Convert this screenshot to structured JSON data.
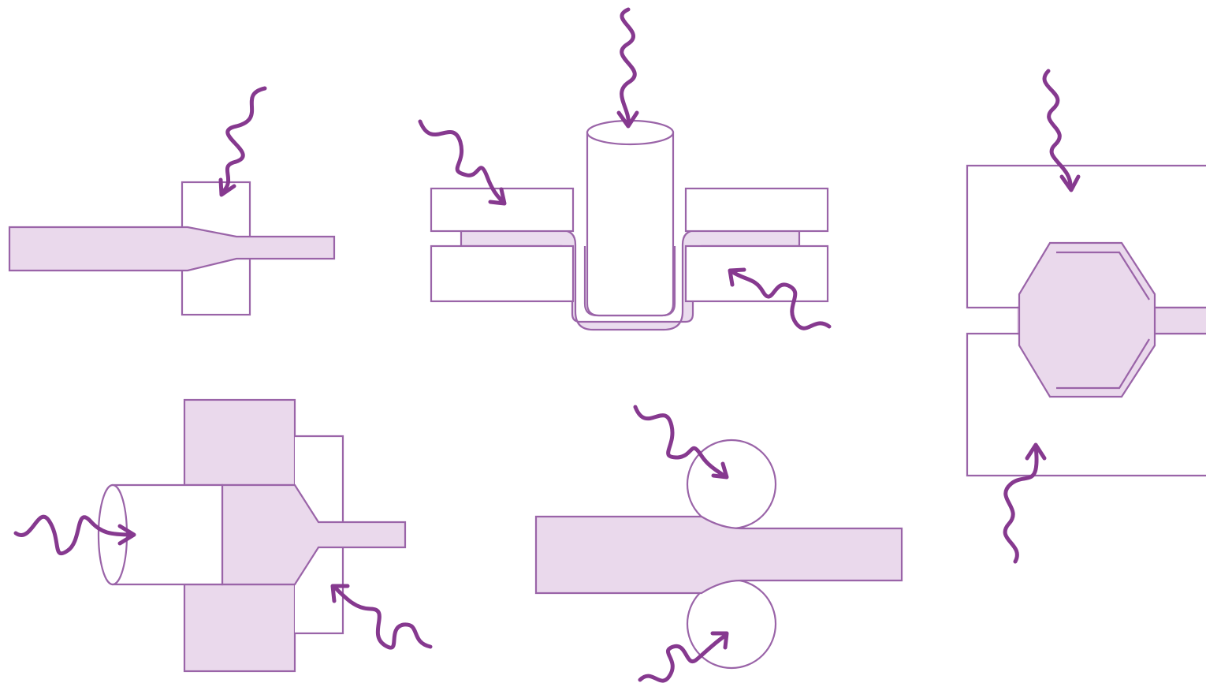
{
  "colors": {
    "outline": "#9a64a8",
    "material_fill": "#ead9ec",
    "radiation_arrow": "#86398f",
    "background": "#ffffff"
  },
  "panels": [
    {
      "id": "wire-drawing",
      "icon": "wire-drawing-die-icon"
    },
    {
      "id": "deep-drawing",
      "icon": "deep-drawing-punch-icon"
    },
    {
      "id": "closed-die-forging",
      "icon": "closed-die-forging-icon"
    },
    {
      "id": "extrusion",
      "icon": "extrusion-ram-icon"
    },
    {
      "id": "rolling",
      "icon": "rolling-mill-icon"
    }
  ]
}
